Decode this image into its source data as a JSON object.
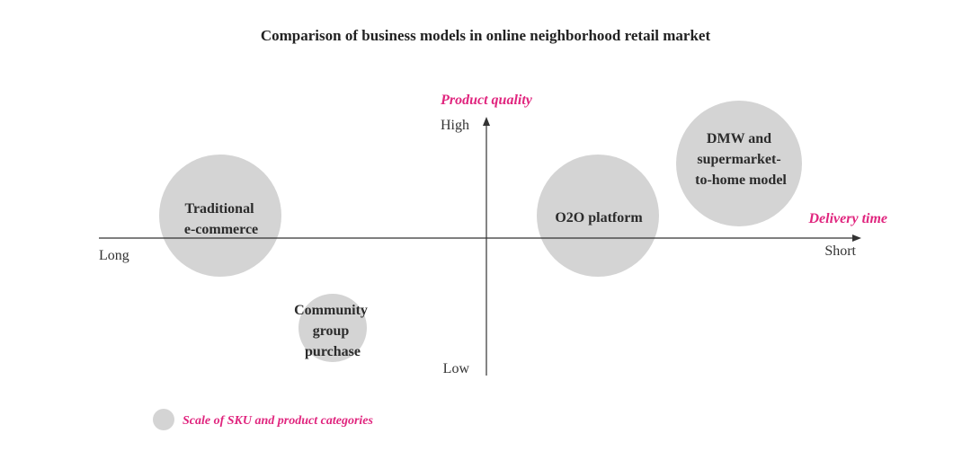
{
  "title": "Comparison of business models in online neighborhood retail market",
  "axes": {
    "x": {
      "title": "Delivery time",
      "left_end": "Long",
      "right_end": "Short"
    },
    "y": {
      "title": "Product quality",
      "top_end": "High",
      "bottom_end": "Low"
    }
  },
  "models": [
    {
      "id": "traditional",
      "lines": [
        "Traditional",
        "e-commerce"
      ]
    },
    {
      "id": "community",
      "lines": [
        "Community",
        "group",
        "purchase"
      ]
    },
    {
      "id": "o2o",
      "lines": [
        "O2O platform"
      ]
    },
    {
      "id": "dmw",
      "lines": [
        "DMW and",
        "supermarket-",
        "to-home model"
      ]
    }
  ],
  "legend": {
    "label": "Scale of SKU and product categories"
  },
  "colors": {
    "bubble": "#d4d4d4",
    "axis": "#333333",
    "accent": "#e0257e",
    "text": "#2b2b2b"
  }
}
